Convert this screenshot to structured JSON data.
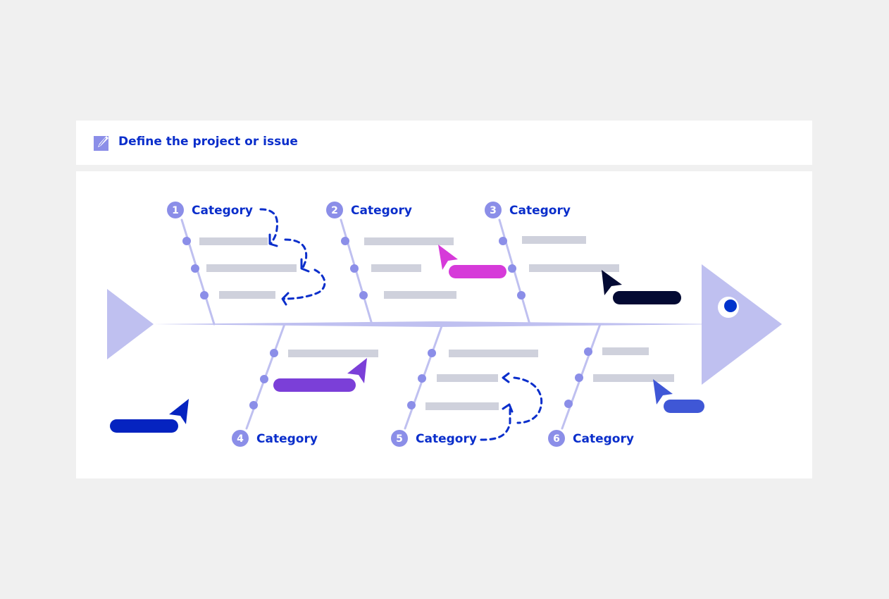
{
  "header": {
    "title": "Define the project or issue",
    "icon": "edit-icon"
  },
  "categories": [
    {
      "number": "1",
      "label": "Category"
    },
    {
      "number": "2",
      "label": "Category"
    },
    {
      "number": "3",
      "label": "Category"
    },
    {
      "number": "4",
      "label": "Category"
    },
    {
      "number": "5",
      "label": "Category"
    },
    {
      "number": "6",
      "label": "Category"
    }
  ],
  "colors": {
    "accent": "#0a2ecb",
    "fish": "#bfc0f0",
    "dot": "#8b8ee8",
    "placeholder": "#cfd1dc",
    "cursor_pink": "#d63ad9",
    "cursor_dark": "#030a33",
    "cursor_purple": "#7b3fd8",
    "cursor_blue": "#0523c0",
    "cursor_mid_blue": "#3f57d6"
  }
}
